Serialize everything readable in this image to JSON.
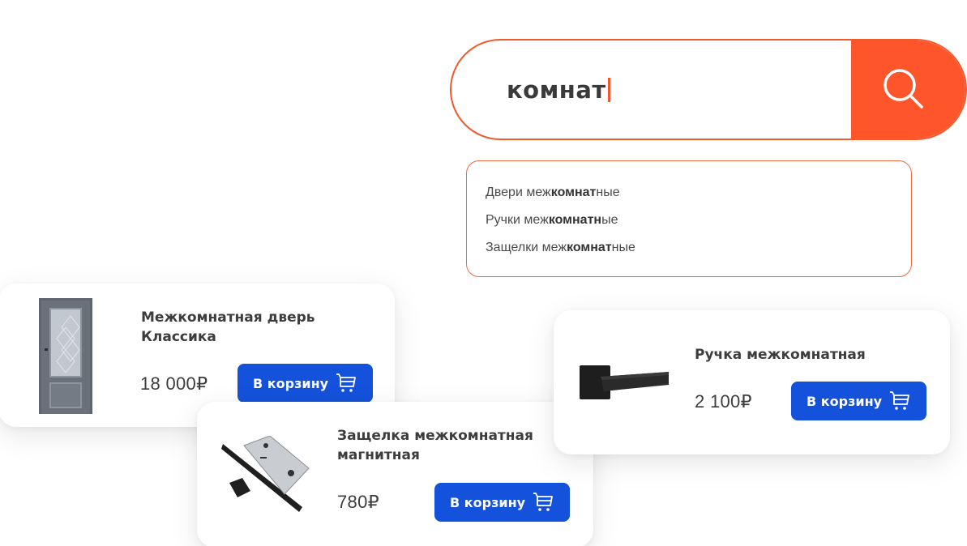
{
  "search": {
    "query": "комнат",
    "button_icon": "search-icon",
    "colors": {
      "accent": "#ff552a",
      "border": "#f05a2d"
    }
  },
  "suggestions": [
    {
      "before": "Двери меж",
      "bold": "комнат",
      "after": "ные"
    },
    {
      "before": "Ручки меж",
      "bold": "комнатн",
      "after": "ые"
    },
    {
      "before": "Защелки меж",
      "bold": "комнат",
      "after": "ные"
    }
  ],
  "products": [
    {
      "title_line1": "Межкомнатная дверь",
      "title_line2": "Классика",
      "price": "18 000₽",
      "button_label": "В корзину",
      "image": "door"
    },
    {
      "title_line1": "Защелка межкомнатная",
      "title_line2": "магнитная",
      "price": "780₽",
      "button_label": "В корзину",
      "image": "latch"
    },
    {
      "title_line1": "Ручка межкомнатная",
      "title_line2": "",
      "price": "2 100₽",
      "button_label": "В корзину",
      "image": "handle"
    }
  ],
  "colors": {
    "button": "#1452dc",
    "text": "#3d3d3d"
  }
}
